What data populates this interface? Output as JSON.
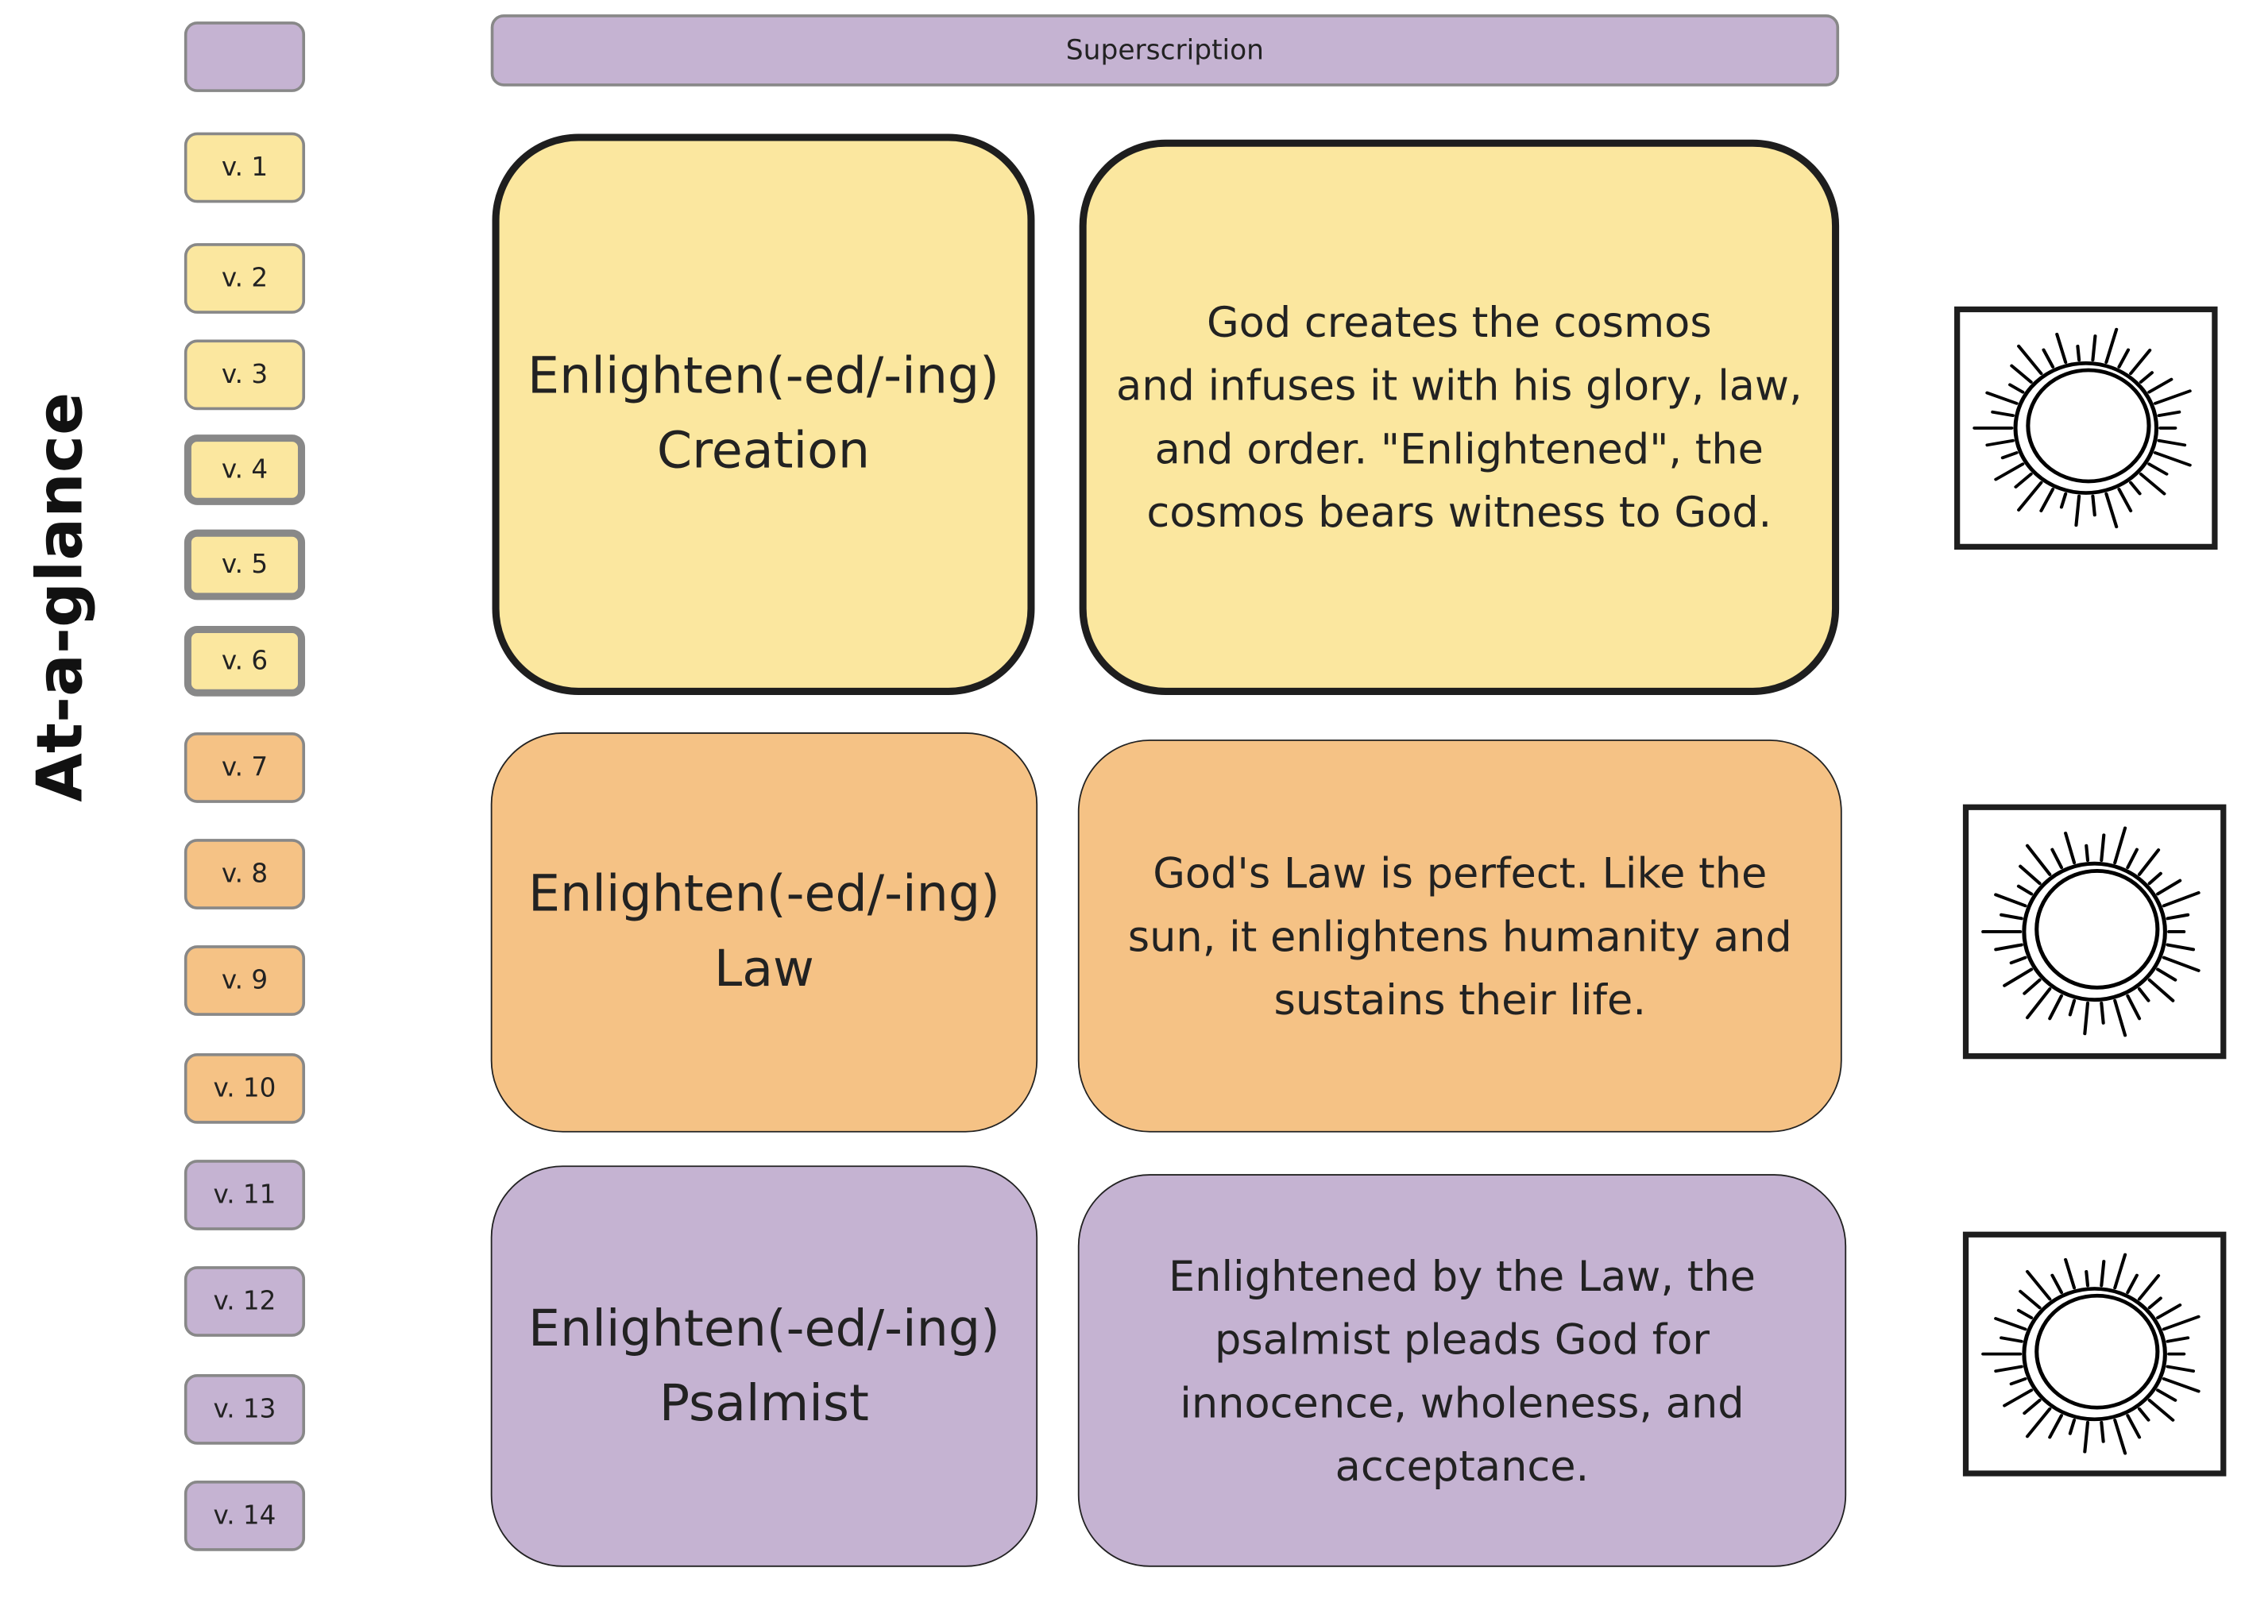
{
  "title": "At-a-glance",
  "superscription": "Superscription",
  "verses": [
    {
      "label": "",
      "color": "p"
    },
    {
      "label": "v. 1",
      "color": "y"
    },
    {
      "label": "v. 2",
      "color": "y"
    },
    {
      "label": "v. 3",
      "color": "y"
    },
    {
      "label": "v. 4",
      "color": "y"
    },
    {
      "label": "v. 5",
      "color": "y"
    },
    {
      "label": "v. 6",
      "color": "y"
    },
    {
      "label": "v. 7",
      "color": "o"
    },
    {
      "label": "v. 8",
      "color": "o"
    },
    {
      "label": "v. 9",
      "color": "o"
    },
    {
      "label": "v. 10",
      "color": "o"
    },
    {
      "label": "v. 11",
      "color": "p"
    },
    {
      "label": "v. 12",
      "color": "p"
    },
    {
      "label": "v. 13",
      "color": "p"
    },
    {
      "label": "v. 14",
      "color": "p"
    }
  ],
  "sections": [
    {
      "heading": "Enlighten(-ed/-ing)\nCreation",
      "description": "God creates the cosmos\nand infuses it with his glory, law,\nand order. \"Enlightened\", the\ncosmos bears witness to God.",
      "icon": "sun-icon"
    },
    {
      "heading": "Enlighten(-ed/-ing)\nLaw",
      "description": "God's Law is perfect. Like the\nsun, it enlightens humanity and\nsustains their life.",
      "icon": "sun-icon"
    },
    {
      "heading": "Enlighten(-ed/-ing)\nPsalmist",
      "description": "Enlightened by the Law, the\npsalmist pleads God for\ninnocence, wholeness, and\nacceptance.",
      "icon": "sun-icon"
    }
  ],
  "colors": {
    "yellow": "#fbe79f",
    "orange": "#f5c285",
    "purple": "#c5b3d2"
  }
}
